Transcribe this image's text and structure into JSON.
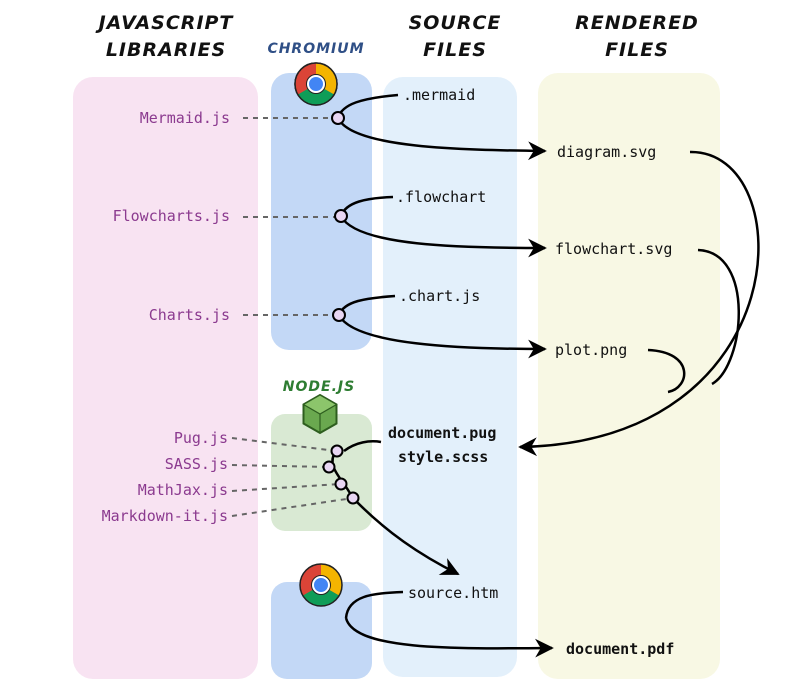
{
  "headers": {
    "js_libraries": [
      "JAVASCRIPT",
      "LIBRARIES"
    ],
    "chromium": "CHROMIUM",
    "source_files": [
      "SOURCE",
      "FILES"
    ],
    "rendered_files": [
      "RENDERED",
      "FILES"
    ],
    "nodejs": "NODE.JS"
  },
  "libraries": {
    "mermaid": "Mermaid.js",
    "flowcharts": "Flowcharts.js",
    "charts": "Charts.js",
    "pug": "Pug.js",
    "sass": "SASS.js",
    "mathjax": "MathJax.js",
    "markdown_it": "Markdown-it.js"
  },
  "sources": {
    "mermaid": ".mermaid",
    "flowchart": ".flowchart",
    "chartjs": ".chart.js",
    "pug": "document.pug",
    "scss": "style.scss",
    "htm": "source.htm"
  },
  "rendered": {
    "diagram": "diagram.svg",
    "flowchart": "flowchart.svg",
    "plot": "plot.png",
    "pdf": "document.pdf"
  },
  "colors": {
    "library_text": "#8b3a8f",
    "chromium_text": "#2f4f86",
    "node_text": "#2e7d32",
    "libraries_col": "#f8e3f2",
    "chromium_col": "#c3d8f6",
    "source_col": "#e3f0fb",
    "rendered_col": "#f8f8e4",
    "node_col": "#d9e9d3"
  }
}
